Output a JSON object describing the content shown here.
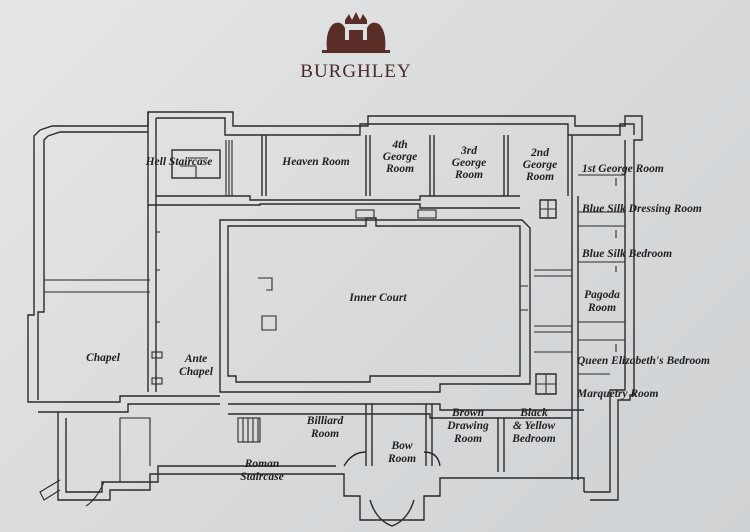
{
  "header": {
    "brand": "BURGHLEY",
    "crest_icon": "lion-crest-icon",
    "crest_color": "#5a2d26"
  },
  "rooms": {
    "hell_staircase": "Hell Staircase",
    "heaven_room": "Heaven Room",
    "george4": [
      "4th",
      "George",
      "Room"
    ],
    "george3": [
      "3rd",
      "George",
      "Room"
    ],
    "george2": [
      "2nd",
      "George",
      "Room"
    ],
    "george1": "1st George Room",
    "blue_silk_dressing": "Blue Silk Dressing Room",
    "blue_silk_bedroom": "Blue Silk Bedroom",
    "pagoda": [
      "Pagoda",
      "Room"
    ],
    "queen_elizabeth": "Queen Elizabeth's Bedroom",
    "marquetry": "Marquetry Room",
    "inner_court": "Inner Court",
    "chapel": "Chapel",
    "ante_chapel": [
      "Ante",
      "Chapel"
    ],
    "billiard": [
      "Billiard",
      "Room"
    ],
    "roman_staircase": [
      "Roman",
      "Staircase"
    ],
    "bow_room": [
      "Bow",
      "Room"
    ],
    "brown_drawing": [
      "Brown",
      "Drawing",
      "Room"
    ],
    "black_yellow": [
      "Black",
      "& Yellow",
      "Bedroom"
    ]
  }
}
